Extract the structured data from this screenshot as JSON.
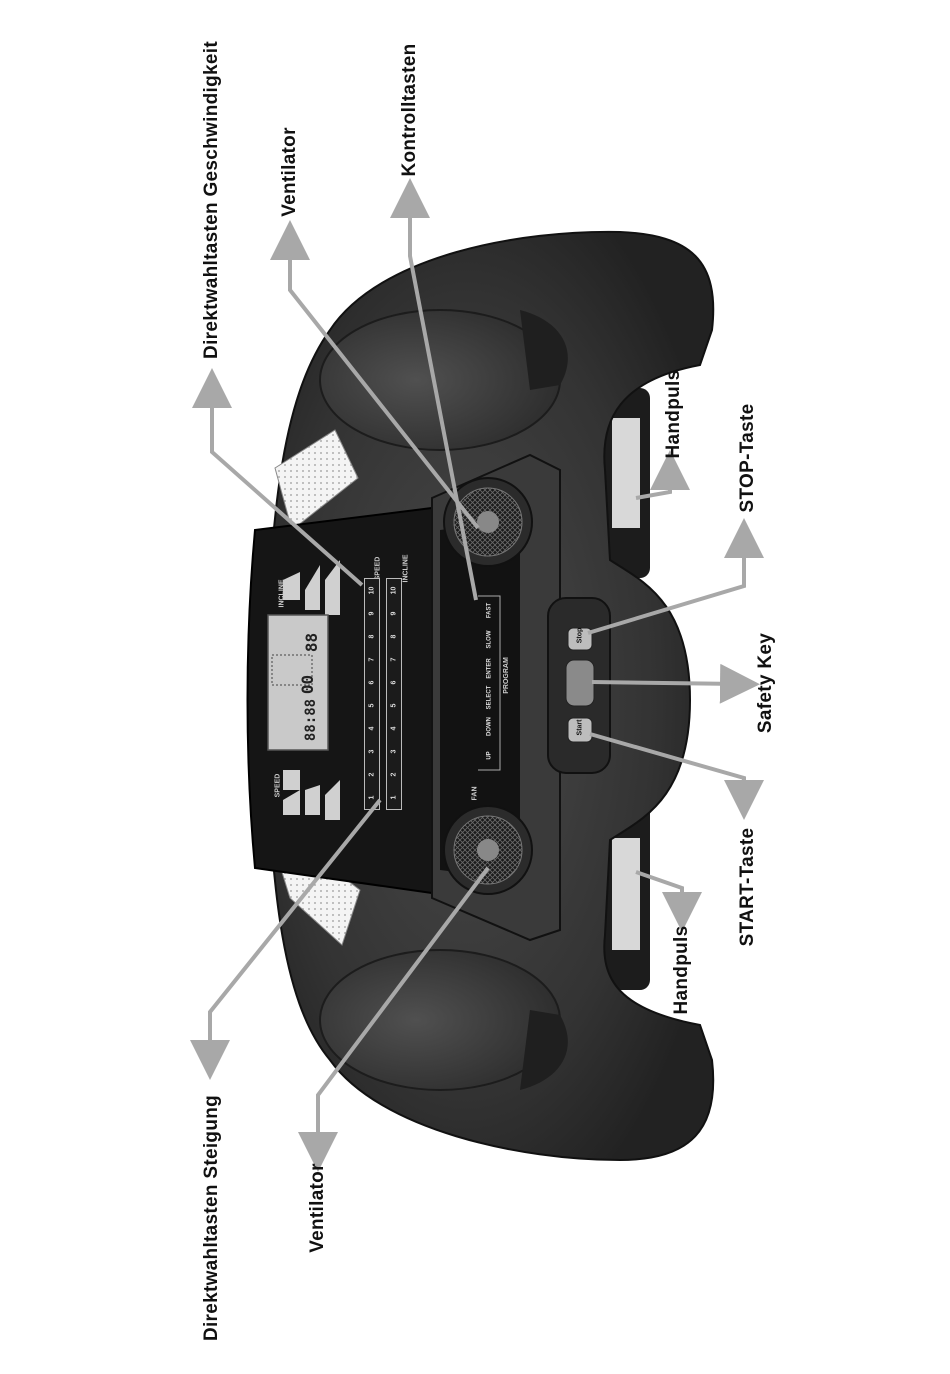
{
  "callouts": {
    "direktwahl_geschwindigkeit": "Direktwahltasten Geschwindigkeit",
    "ventilator_top": "Ventilator",
    "kontrolltasten": "Kontrolltasten",
    "handpuls_top": "Handpuls",
    "stop_taste": "STOP-Taste",
    "safety_key": "Safety Key",
    "start_taste": "START-Taste",
    "handpuls_bottom": "Handpuls",
    "direktwahl_steigung": "Direktwahltasten Steigung",
    "ventilator_bottom": "Ventilator"
  },
  "console": {
    "speed_label": "SPEED",
    "incline_label": "INCLINE",
    "program_label": "PROGRAM",
    "fan_label": "FAN",
    "start_key": "Start",
    "stop_key": "Stop",
    "key_numbers": [
      "1",
      "2",
      "3",
      "4",
      "5",
      "6",
      "7",
      "8",
      "9",
      "10"
    ],
    "control_keys": [
      "FAST",
      "SLOW",
      "ENTER",
      "SELECT",
      "DOWN",
      "UP"
    ],
    "lcd_left": "88:88",
    "lcd_mid": "00",
    "lcd_right": "88"
  },
  "colors": {
    "body_dark": "#2b2b2b",
    "body_mid": "#3d3d3d",
    "panel_black": "#141414",
    "arrow_gray": "#a8a8a8",
    "lcd": "#c9c9c9"
  }
}
